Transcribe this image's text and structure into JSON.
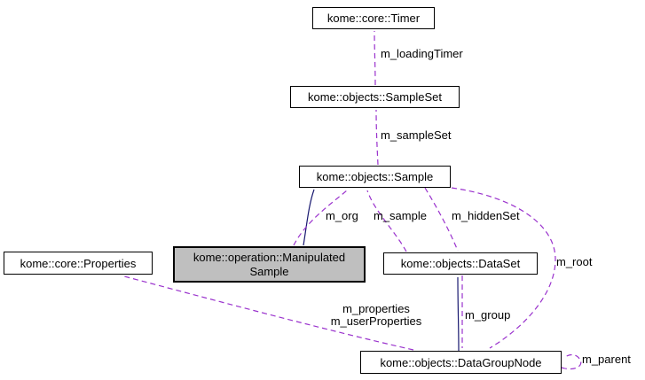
{
  "diagram": {
    "kind": "class collaboration diagram",
    "focus_node": "kome::operation::ManipulatedSample"
  },
  "nodes": {
    "timer": {
      "label": "kome::core::Timer"
    },
    "sample_set": {
      "label": "kome::objects::SampleSet"
    },
    "sample": {
      "label": "kome::objects::Sample"
    },
    "properties": {
      "label": "kome::core::Properties"
    },
    "manipulated_sample": {
      "label_line1": "kome::operation::Manipulated",
      "label_line2": "Sample"
    },
    "data_set": {
      "label": "kome::objects::DataSet"
    },
    "data_group_node": {
      "label": "kome::objects::DataGroupNode"
    }
  },
  "edges": {
    "loading_timer": {
      "label": "m_loadingTimer",
      "from": "kome::objects::SampleSet",
      "to": "kome::core::Timer",
      "kind": "usage"
    },
    "sample_set_ref": {
      "label": "m_sampleSet",
      "from": "kome::objects::Sample",
      "to": "kome::objects::SampleSet",
      "kind": "usage"
    },
    "inherit_sample": {
      "label": "",
      "from": "kome::operation::ManipulatedSample",
      "to": "kome::objects::Sample",
      "kind": "inheritance"
    },
    "org": {
      "label": "m_org",
      "from": "kome::operation::ManipulatedSample",
      "to": "kome::objects::Sample",
      "kind": "usage"
    },
    "sample_member": {
      "label": "m_sample",
      "from": "kome::objects::DataSet",
      "to": "kome::objects::Sample",
      "kind": "usage"
    },
    "hidden_set": {
      "label": "m_hiddenSet",
      "from": "kome::objects::Sample",
      "to": "kome::objects::DataSet",
      "kind": "usage"
    },
    "root": {
      "label": "m_root",
      "from": "kome::objects::Sample",
      "to": "kome::objects::DataGroupNode",
      "kind": "usage"
    },
    "inherit_dataset": {
      "label": "",
      "from": "kome::objects::DataGroupNode",
      "to": "kome::objects::DataSet",
      "kind": "inheritance"
    },
    "group": {
      "label": "m_group",
      "from": "kome::objects::DataSet",
      "to": "kome::objects::DataGroupNode",
      "kind": "usage"
    },
    "properties_ref": {
      "label_line1": "m_properties",
      "label_line2": "m_userProperties",
      "from": "kome::objects::DataGroupNode",
      "to": "kome::core::Properties",
      "kind": "usage"
    },
    "parent": {
      "label": "m_parent",
      "from": "kome::objects::DataGroupNode",
      "to": "kome::objects::DataGroupNode",
      "kind": "usage"
    }
  },
  "colors": {
    "usage_edge": "#9a32cd",
    "inheritance_edge": "#191970",
    "node_border": "#000000",
    "node_fill": "#ffffff",
    "focus_node_fill": "#bfbfbf",
    "text": "#000000",
    "background": "#ffffff"
  }
}
